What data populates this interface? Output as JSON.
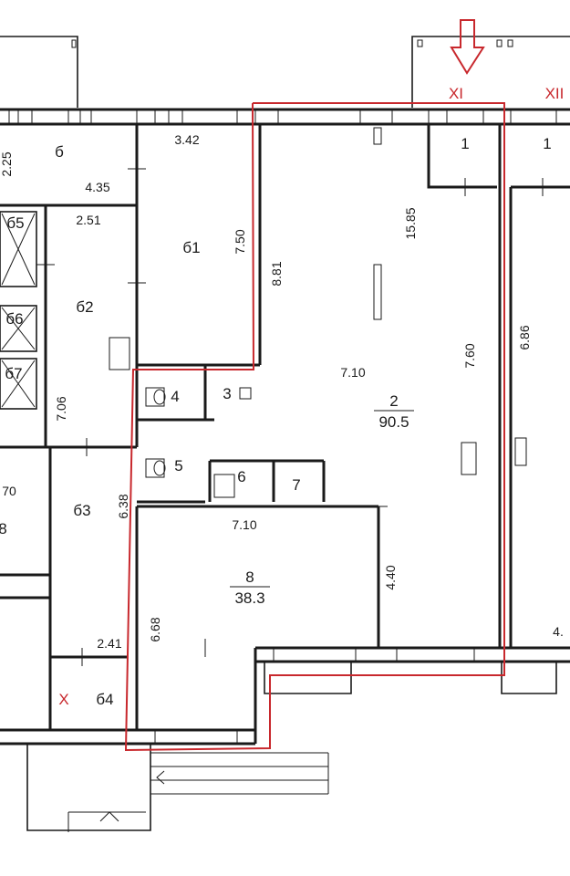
{
  "colors": {
    "ink": "#1a1a1a",
    "marker": "#c8282d",
    "paper": "#ffffff"
  },
  "axes": [
    {
      "id": "axis-xi",
      "label": "XI"
    },
    {
      "id": "axis-xii",
      "label": "XII"
    },
    {
      "id": "axis-x",
      "label": "X"
    }
  ],
  "rooms": [
    {
      "id": "room-1-left",
      "label": "1"
    },
    {
      "id": "room-1-right",
      "label": "1"
    },
    {
      "id": "room-2",
      "number": "2",
      "area": "90.5"
    },
    {
      "id": "room-3",
      "label": "3"
    },
    {
      "id": "room-4",
      "label": "4"
    },
    {
      "id": "room-5",
      "label": "5"
    },
    {
      "id": "room-6",
      "label": "6"
    },
    {
      "id": "room-7",
      "label": "7"
    },
    {
      "id": "room-8",
      "number": "8",
      "area": "38.3"
    },
    {
      "id": "room-b",
      "label": "б"
    },
    {
      "id": "room-b1",
      "label": "б1"
    },
    {
      "id": "room-b2",
      "label": "б2"
    },
    {
      "id": "room-b3",
      "label": "б3"
    },
    {
      "id": "room-b4",
      "label": "б4"
    },
    {
      "id": "room-b5",
      "label": "б5"
    },
    {
      "id": "room-b6",
      "label": "б6"
    },
    {
      "id": "room-b7",
      "label": "б7"
    },
    {
      "id": "room-b8-partial",
      "label": "8"
    }
  ],
  "dimensions": [
    {
      "id": "dim-2-25",
      "label": "2.25"
    },
    {
      "id": "dim-4-35",
      "label": "4.35"
    },
    {
      "id": "dim-3-42",
      "label": "3.42"
    },
    {
      "id": "dim-2-51",
      "label": "2.51"
    },
    {
      "id": "dim-7-50",
      "label": "7.50"
    },
    {
      "id": "dim-8-81",
      "label": "8.81"
    },
    {
      "id": "dim-15-85",
      "label": "15.85"
    },
    {
      "id": "dim-6-86",
      "label": "6.86"
    },
    {
      "id": "dim-7-60",
      "label": "7.60"
    },
    {
      "id": "dim-7-10-upper",
      "label": "7.10"
    },
    {
      "id": "dim-7-06",
      "label": "7.06"
    },
    {
      "id": "dim-70-partial",
      "label": "70"
    },
    {
      "id": "dim-6-38",
      "label": "6.38"
    },
    {
      "id": "dim-7-10-lower",
      "label": "7.10"
    },
    {
      "id": "dim-4-40",
      "label": "4.40"
    },
    {
      "id": "dim-6-68",
      "label": "6.68"
    },
    {
      "id": "dim-2-41",
      "label": "2.41"
    },
    {
      "id": "dim-4-partial",
      "label": "4."
    }
  ]
}
